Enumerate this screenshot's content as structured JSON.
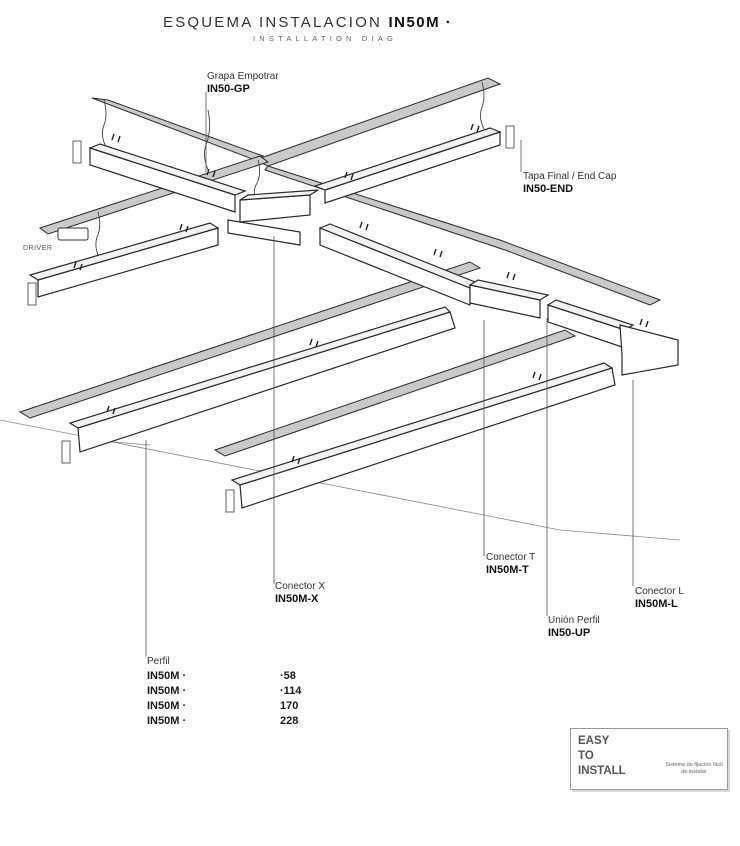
{
  "header": {
    "title_prefix": "ESQUEMA INSTALACION",
    "title_code": "IN50M ·",
    "subtitle": "INSTALLATION DIAG"
  },
  "labels": {
    "driver": "DRIVER",
    "grapa": {
      "text": "Grapa Empotrar",
      "code": "IN50-GP"
    },
    "tapa": {
      "text": "Tapa Final / End Cap",
      "code": "IN50-END"
    },
    "conector_t": {
      "text": "Conector T",
      "code": "IN50M-T"
    },
    "conector_x": {
      "text": "Conector X",
      "code": "IN50M-X"
    },
    "conector_l": {
      "text": "Conector L",
      "code": "IN50M-L"
    },
    "union": {
      "text": "Unión Perfil",
      "code": "IN50-UP"
    }
  },
  "perfil": {
    "title": "Perfil",
    "rows": [
      {
        "code": "IN50M ·",
        "length": "·58"
      },
      {
        "code": "IN50M ·",
        "length": "·114"
      },
      {
        "code": "IN50M ·",
        "length": "170"
      },
      {
        "code": "IN50M ·",
        "length": "228"
      }
    ]
  },
  "badge": {
    "line1": "EASY",
    "line2": "TO",
    "line3": "INSTALL",
    "description": "Sistema de fijación fácil de instalar"
  },
  "colors": {
    "line": "#2a2a2a",
    "ceiling_band": "#c9c9c9",
    "profile_face": "#ffffff",
    "leader": "#555555"
  }
}
